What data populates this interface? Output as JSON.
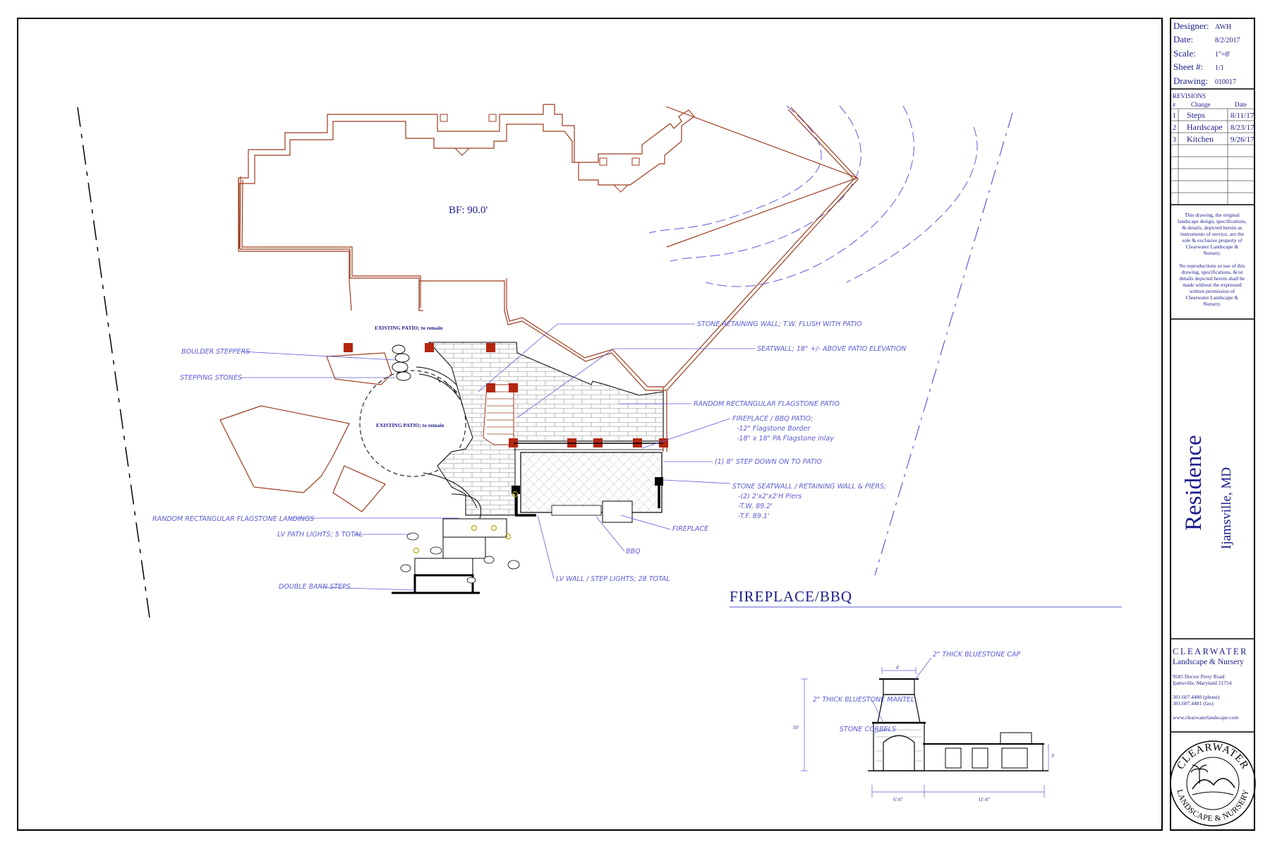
{
  "title_block": {
    "designer_label": "Designer:",
    "designer": "AWH",
    "date_label": "Date:",
    "date": "8/2/2017",
    "scale_label": "Scale:",
    "scale": "1\"=8'",
    "sheet_label": "Sheet #:",
    "sheet": "1/1",
    "drawing_label": "Drawing:",
    "drawing": "010017",
    "revisions_title": "REVISIONS",
    "revisions_headers": [
      "#",
      "Change",
      "Date"
    ],
    "revisions": [
      {
        "num": "1",
        "change": "Steps",
        "date": "8/11/17"
      },
      {
        "num": "2",
        "change": "Hardscape",
        "date": "8/23/17"
      },
      {
        "num": "3",
        "change": "Kitchen",
        "date": "9/26/17"
      }
    ],
    "disclaimer_1": [
      "This drawing, the original",
      "landscape design, specifications,",
      "& details, depicted herein as",
      "instruments of service, are the",
      "sole & exclusive property of",
      "Clearwater Landscape &",
      "Nursery."
    ],
    "disclaimer_2": [
      "No reproductions or use of this",
      "drawing, specifications, &/or",
      "details depicted herein shall be",
      "made without the expressed",
      "written permission of",
      "Clearwater Landscape &",
      "Nursery."
    ],
    "project_title": "Residence",
    "project_location": "Ijamsville, MD",
    "company_name": "CLEARWATER",
    "company_sub": "Landscape & Nursery",
    "address_1": "9585 Doctor Perry Road",
    "address_2": "Ijamsville, Maryland 21754",
    "phone": "301.607.4480 (phone)",
    "fax": "301.607.4481 (fax)",
    "website": "www.clearwaterlandscape.com",
    "seal_top": "CLEARWATER",
    "seal_bottom": "LANDSCAPE & NURSERY"
  },
  "plan": {
    "house_label": "BF: 90.0'",
    "existing_patio_1": "EXISTING PATIO; to remain",
    "existing_patio_2": "EXISTING PATIO; to remain",
    "callouts": {
      "boulder_steppers": "BOULDER STEPPERS",
      "stepping_stones": "STEPPING STONES",
      "random_landings": "RANDOM RECTANGULAR FLAGSTONE LANDINGS",
      "lv_path_lights": "LV PATH LIGHTS; 5 TOTAL",
      "double_barn_steps": "DOUBLE BARN STEPS",
      "stone_retaining_wall": "STONE RETAINING WALL; T.W. FLUSH WITH PATIO",
      "seatwall": "SEATWALL; 18\" +/- ABOVE PATIO ELEVATION",
      "random_patio": "RANDOM RECTANGULAR FLAGSTONE PATIO",
      "fireplace_patio_title": "FIREPLACE / BBQ PATIO;",
      "fireplace_patio_line1": "-12\" Flagstone Border",
      "fireplace_patio_line2": "-18\" x 18\" PA Flagstone inlay",
      "step_down": "(1) 8\" STEP DOWN ON TO PATIO",
      "stone_seatwall_title": "STONE SEATWALL / RETAINING WALL & PIERS;",
      "stone_seatwall_line1": "-(2) 2'x2'x2'H Piers",
      "stone_seatwall_line2": "-T.W. 89.2'",
      "stone_seatwall_line3": "-T.F. 89.1'",
      "fireplace": "FIREPLACE",
      "bbq": "BBQ",
      "lv_wall_lights": "LV WALL / STEP LIGHTS; 28 TOTAL"
    },
    "section_title": "FIREPLACE/BBQ"
  },
  "elevation": {
    "cap_note": "2\" THICK BLUESTONE CAP",
    "mantel_note": "2\" THICK BLUESTONE MANTEL",
    "corbels_note": "STONE CORBELS",
    "dim_top": "4'",
    "dim_height": "10'",
    "dim_right": "3'",
    "dim_bottom_left": "6'-6\"",
    "dim_bottom_right": "11'-6\""
  },
  "colors": {
    "ink": "#1b1b8a",
    "note_blue": "#5b5bd6",
    "house_red": "#9c3b1c",
    "pier_red": "#b3260f",
    "black": "#000000"
  }
}
